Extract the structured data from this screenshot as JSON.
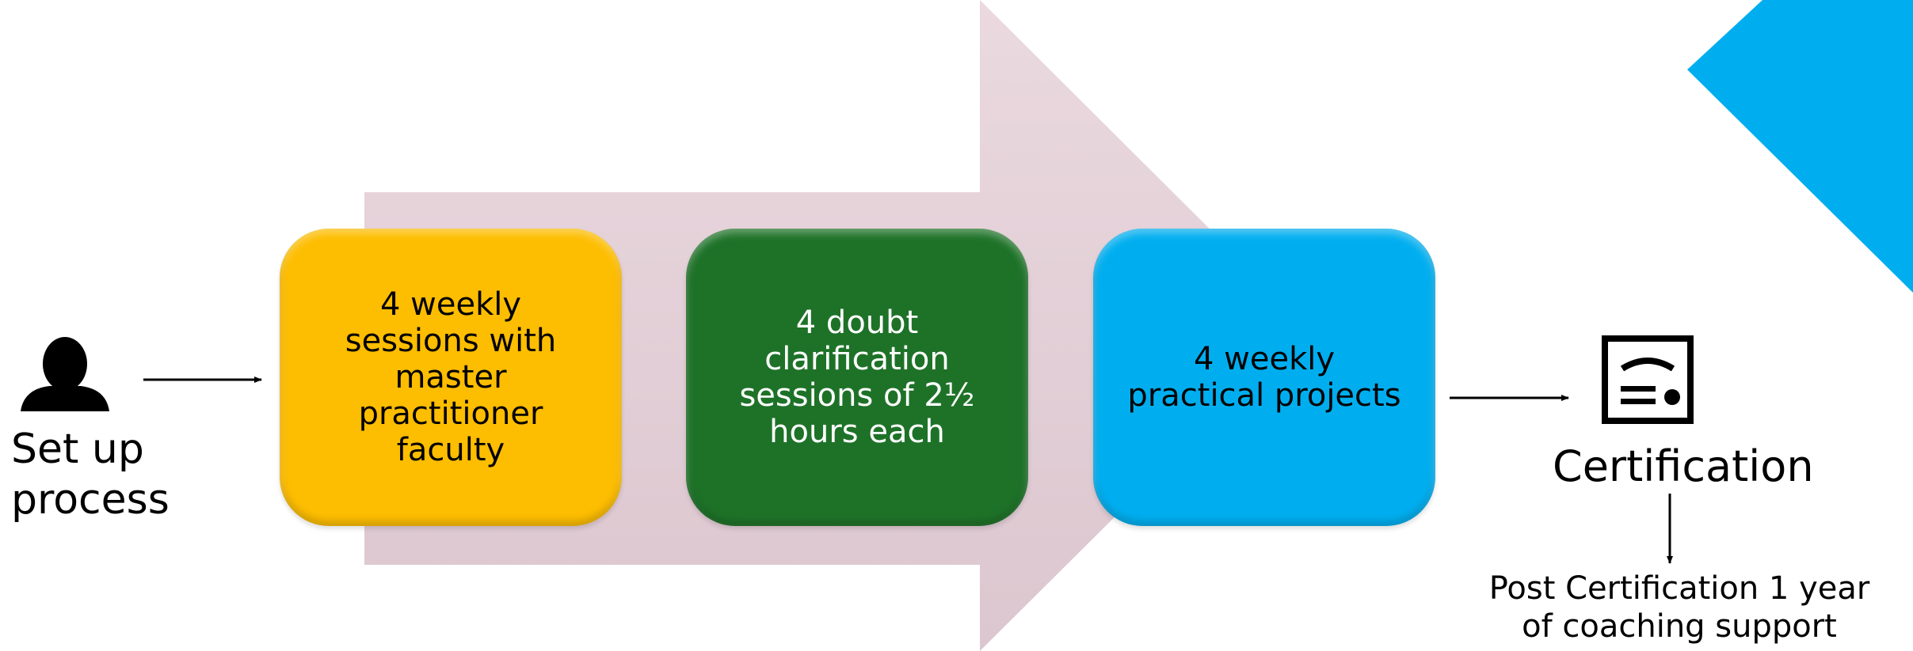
{
  "colors": {
    "big_arrow": "#e6d5dc",
    "corner_accent": "#00aeef",
    "step1": "#fdbd00",
    "step2": "#1e7228",
    "step3": "#00aeef",
    "step1_text": "#000000",
    "step2_text": "#ffffff",
    "step3_text": "#000000"
  },
  "start": {
    "icon": "person-icon",
    "label": "Set up\nprocess"
  },
  "steps": [
    {
      "text": "4 weekly\nsessions with\nmaster\npractitioner\nfaculty"
    },
    {
      "text": "4 doubt\nclarification\nsessions of 2½\nhours each"
    },
    {
      "text": "4 weekly\npractical projects"
    }
  ],
  "certification": {
    "icon": "certificate-icon",
    "label": "Certification",
    "followup": "Post Certification 1 year\nof coaching support"
  }
}
